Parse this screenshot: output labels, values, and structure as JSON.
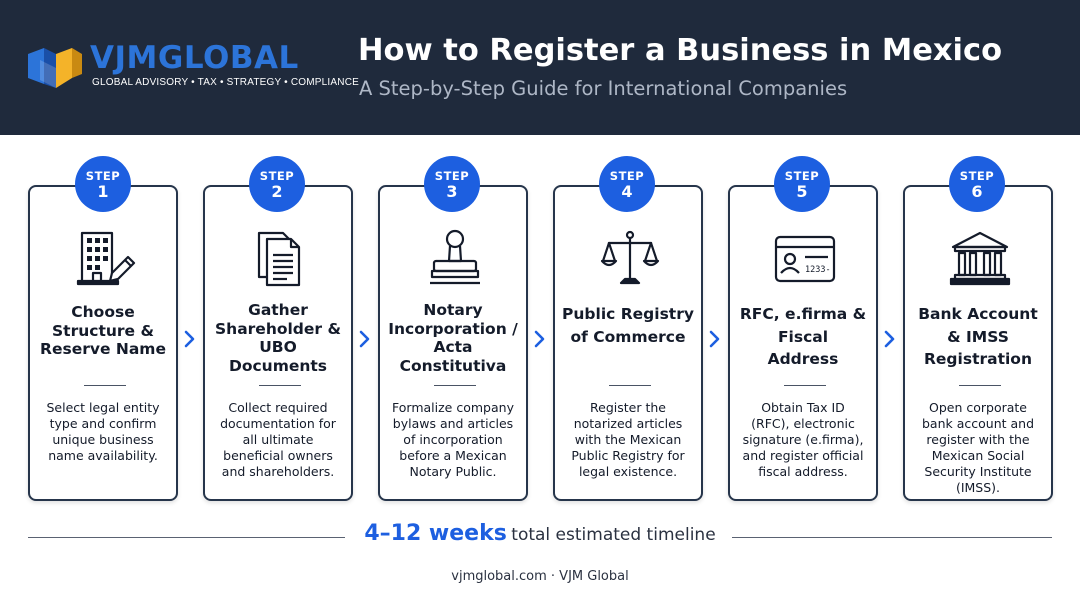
{
  "brand": {
    "name": "VJMGLOBAL",
    "tagline": "GLOBAL ADVISORY • TAX • STRATEGY • COMPLIANCE",
    "colors": {
      "primary_blue": "#2c74d9",
      "accent_gold": "#f4b329",
      "header_bg": "#1f2a3c",
      "badge_blue": "#1d5fe0"
    }
  },
  "header": {
    "title": "How to Register a Business in Mexico",
    "subtitle": "A Step-by-Step Guide for International Companies"
  },
  "steps": [
    {
      "label": "STEP",
      "number": "1",
      "icon": "office-building-pen-icon",
      "title": [
        "Choose",
        "Structure &",
        "Reserve Name"
      ],
      "desc": [
        "Select legal entity",
        "type and confirm",
        "unique business",
        "name availability."
      ]
    },
    {
      "label": "STEP",
      "number": "2",
      "icon": "documents-icon",
      "title": [
        "Gather",
        "Shareholder &",
        "UBO",
        "Documents"
      ],
      "desc": [
        "Collect required",
        "documentation for",
        "all ultimate",
        "beneficial owners",
        "and shareholders."
      ]
    },
    {
      "label": "STEP",
      "number": "3",
      "icon": "rubber-stamp-icon",
      "title": [
        "Notary",
        "Incorporation /",
        "Acta",
        "Constitutiva"
      ],
      "desc": [
        "Formalize company",
        "bylaws and articles",
        "of incorporation",
        "before a Mexican",
        "Notary Public."
      ]
    },
    {
      "label": "STEP",
      "number": "4",
      "icon": "scales-of-justice-icon",
      "title": [
        "Public Registry",
        "of Commerce"
      ],
      "desc": [
        "Register the",
        "notarized articles",
        "with the Mexican",
        "Public Registry for",
        "legal existence."
      ]
    },
    {
      "label": "STEP",
      "number": "5",
      "icon": "id-card-icon",
      "title": [
        "RFC, e.firma &",
        "Fiscal",
        "Address"
      ],
      "desc": [
        "Obtain Tax ID",
        "(RFC), electronic",
        "signature (e.firma),",
        "and register official",
        "fiscal address."
      ]
    },
    {
      "label": "STEP",
      "number": "6",
      "icon": "bank-building-icon",
      "title": [
        "Bank Account",
        "& IMSS",
        "Registration"
      ],
      "desc": [
        "Open corporate",
        "bank account and",
        "register with the",
        "Mexican Social",
        "Security Institute",
        "(IMSS)."
      ]
    }
  ],
  "id_card_text": "1233-",
  "timeline": {
    "duration": "4–12 weeks",
    "label": "total estimated timeline"
  },
  "footer": {
    "text": "vjmglobal.com · VJM Global"
  }
}
